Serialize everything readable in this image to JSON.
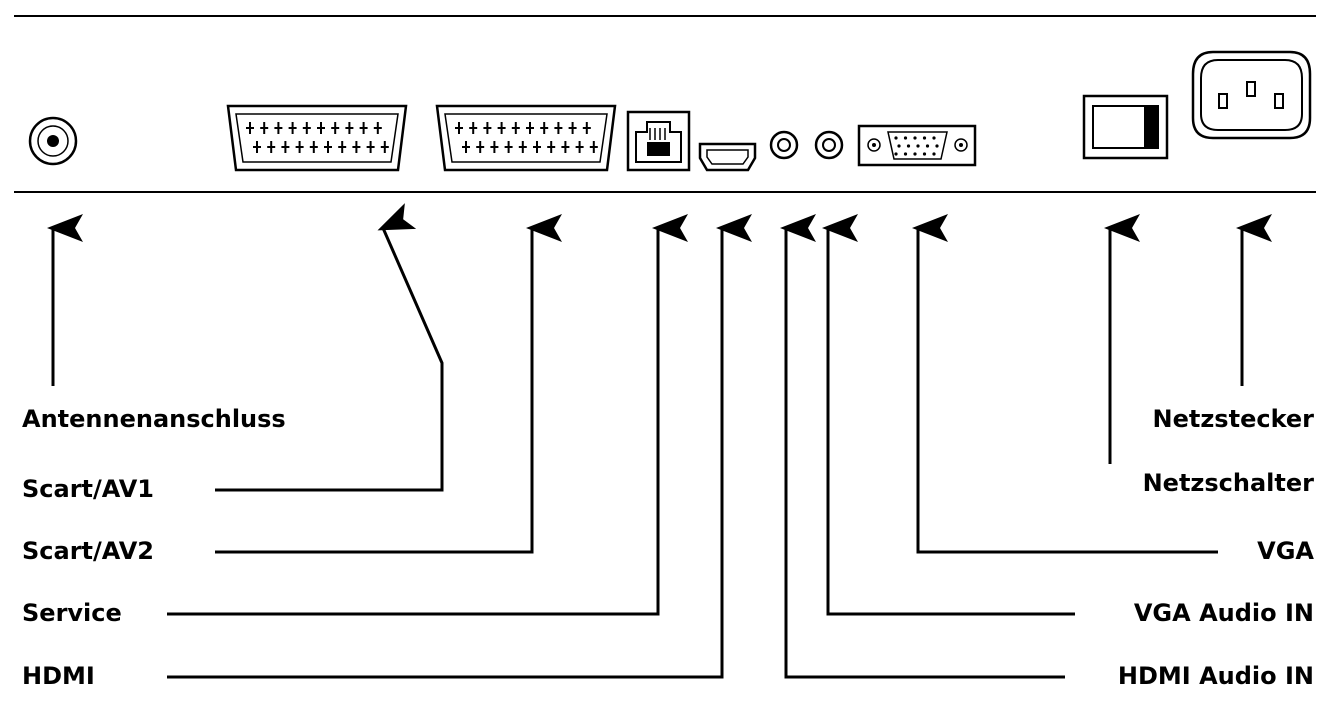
{
  "labels": {
    "antenna": "Antennenanschluss",
    "scart1": "Scart/AV1",
    "scart2": "Scart/AV2",
    "service": "Service",
    "hdmi": "HDMI",
    "mains_plug": "Netzstecker",
    "mains_switch": "Netzschalter",
    "vga": "VGA",
    "vga_audio": "VGA Audio IN",
    "hdmi_audio": "HDMI Audio IN"
  },
  "colors": {
    "ink": "#000000",
    "background": "#ffffff"
  }
}
